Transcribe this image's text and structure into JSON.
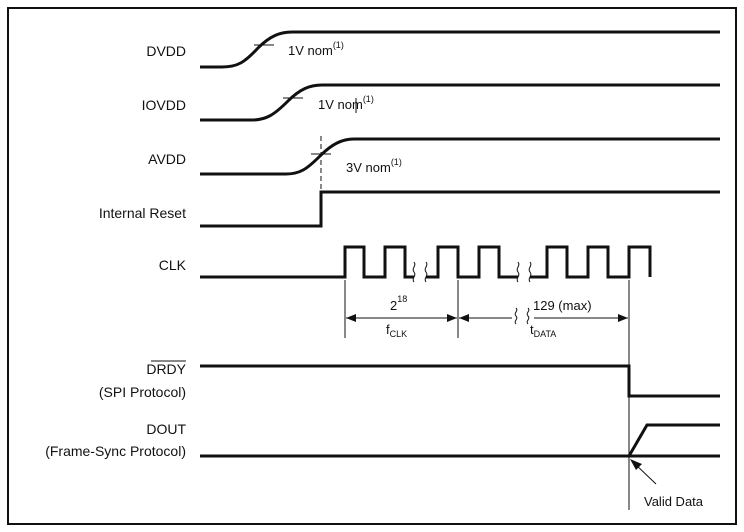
{
  "signals": {
    "dvdd": "DVDD",
    "iovdd": "IOVDD",
    "avdd": "AVDD",
    "internal_reset": "Internal Reset",
    "clk": "CLK",
    "drdy": "DRDY",
    "drdy_protocol": "(SPI Protocol)",
    "dout": "DOUT",
    "dout_protocol": "(Frame-Sync Protocol)"
  },
  "annotations": {
    "dvdd_threshold": "1V nom",
    "dvdd_note": "(1)",
    "iovdd_threshold": "1V nom",
    "iovdd_note": "(1)",
    "avdd_threshold": "3V nom",
    "avdd_note": "(1)",
    "reset_delay_base": "2",
    "reset_delay_exp": "18",
    "reset_delay_denom": "f",
    "reset_delay_denom_sub": "CLK",
    "data_delay_count": "129 (max)",
    "data_delay_unit": "t",
    "data_delay_unit_sub": "DATA",
    "valid_data": "Valid Data"
  }
}
